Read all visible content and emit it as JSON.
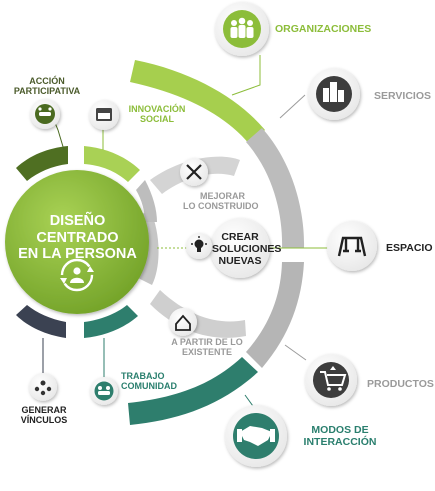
{
  "center": {
    "line1": "DISEÑO CENTRADO",
    "line2": "EN LA PERSONA"
  },
  "hub": {
    "line1": "CREAR",
    "line2": "SOLUCIONES",
    "line3": "NUEVAS"
  },
  "inner_items": {
    "mejorar": {
      "line1": "MEJORAR",
      "line2": "LO CONSTRUIDO",
      "icon": "tools-icon"
    },
    "partir": {
      "line1": "A PARTIR DE LO",
      "line2": "EXISTENTE",
      "icon": "recycle-house-icon"
    },
    "idea": {
      "icon": "lightbulb-icon"
    }
  },
  "left_items": {
    "accion": {
      "line1": "ACCIÓN",
      "line2": "PARTICIPATIVA",
      "icon": "handshake-network-icon"
    },
    "innovacion": {
      "line1": "INNOVACIÓN",
      "line2": "SOCIAL",
      "icon": "people-calendar-icon"
    },
    "trabajo": {
      "line1": "TRABAJO",
      "line2": "COMUNIDAD",
      "icon": "community-icon"
    },
    "generar": {
      "line1": "GENERAR",
      "line2": "VÍNCULOS",
      "icon": "network-people-icon"
    }
  },
  "outer_items": {
    "organizaciones": {
      "label": "ORGANIZACIONES",
      "icon": "group-people-icon"
    },
    "servicios": {
      "label": "SERVICIOS",
      "icon": "buildings-icon"
    },
    "espacio": {
      "label": "ESPACIO",
      "icon": "playground-swing-icon"
    },
    "productos": {
      "label": "PRODUCTOS",
      "icon": "shopping-cart-icon"
    },
    "modos": {
      "line1": "MODOS DE",
      "line2": "INTERACCIÓN",
      "icon": "handshake-icon"
    }
  },
  "colors": {
    "green": "#8cbd3a",
    "dark_green": "#4a6a20",
    "teal": "#2e7e6d",
    "gray": "#9b9b9b",
    "light_gray": "#d0d0d0",
    "navy": "#3a4050"
  }
}
